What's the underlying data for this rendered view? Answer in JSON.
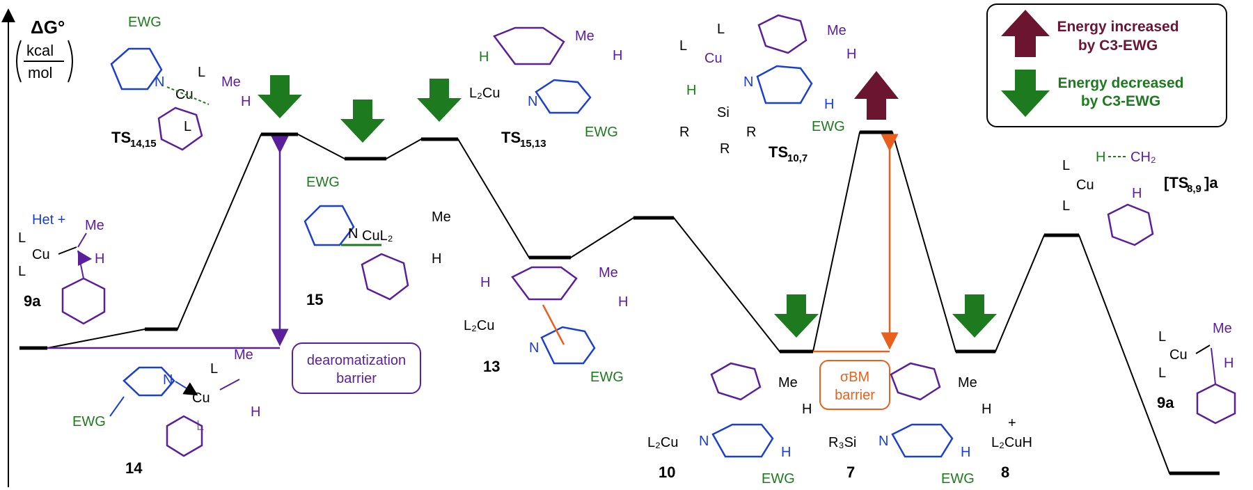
{
  "axis": {
    "delta_g": "ΔG°",
    "unit_top": "kcal",
    "unit_bottom": "mol"
  },
  "legend": {
    "increased_line1": "Energy increased",
    "increased_line2": "by C3-EWG",
    "decreased_line1": "Energy decreased",
    "decreased_line2": "by C3-EWG",
    "increased_color": "#6b1530",
    "decreased_color": "#1e7a1e"
  },
  "barriers": {
    "dearomatization_line1": "dearomatization",
    "dearomatization_line2": "barrier",
    "sbm_line1": "σBM",
    "sbm_line2": "barrier"
  },
  "species": {
    "ts_14_15": {
      "main": "TS",
      "sub": "14,15"
    },
    "ts_15_13": {
      "main": "TS",
      "sub": "15,13"
    },
    "ts_10_7": {
      "main": "TS",
      "sub": "10,7"
    },
    "ts_8_9": {
      "open": "[TS",
      "sub": "8,9",
      "close": "]a"
    },
    "s9a_left": "9a",
    "s9a_right": "9a",
    "s14": "14",
    "s15": "15",
    "s13": "13",
    "s10": "10",
    "s7": "7",
    "s8": "8"
  },
  "structure_text": {
    "ewg": "EWG",
    "het_plus": "Het +",
    "plus": "+",
    "me": "Me",
    "h": "H",
    "l": "L",
    "cu": "Cu",
    "l2cu": "L₂Cu",
    "cul2": "CuL₂",
    "l2cuh": "L₂CuH",
    "r3si": "R₃Si",
    "n": "N",
    "si": "Si",
    "r": "R",
    "ch2": "CH₂"
  }
}
